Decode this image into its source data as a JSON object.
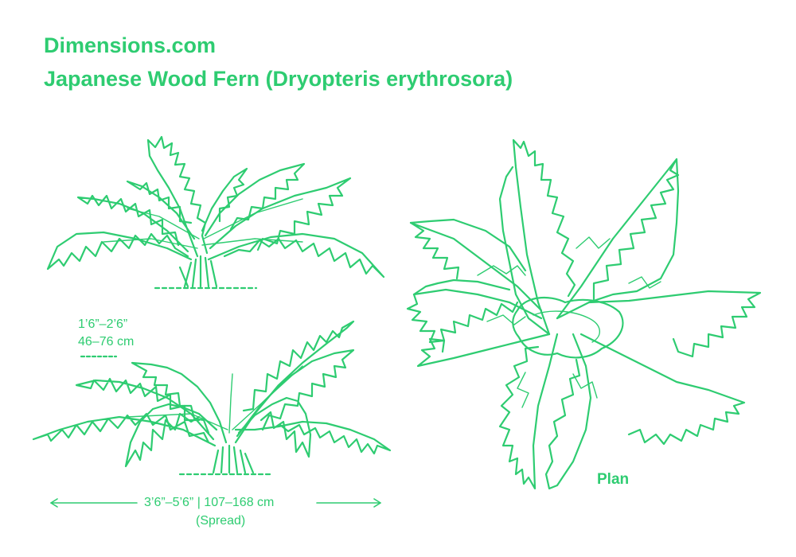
{
  "site": "Dimensions.com",
  "title": "Japanese Wood Fern (Dryopteris erythrosora)",
  "height": {
    "imperial": "1’6”–2’6”",
    "metric": "46–76 cm"
  },
  "spread": {
    "values": "3’6”–5’6” | 107–168 cm",
    "label": "(Spread)"
  },
  "plan_label": "Plan",
  "colors": {
    "accent": "#2ecc71"
  }
}
